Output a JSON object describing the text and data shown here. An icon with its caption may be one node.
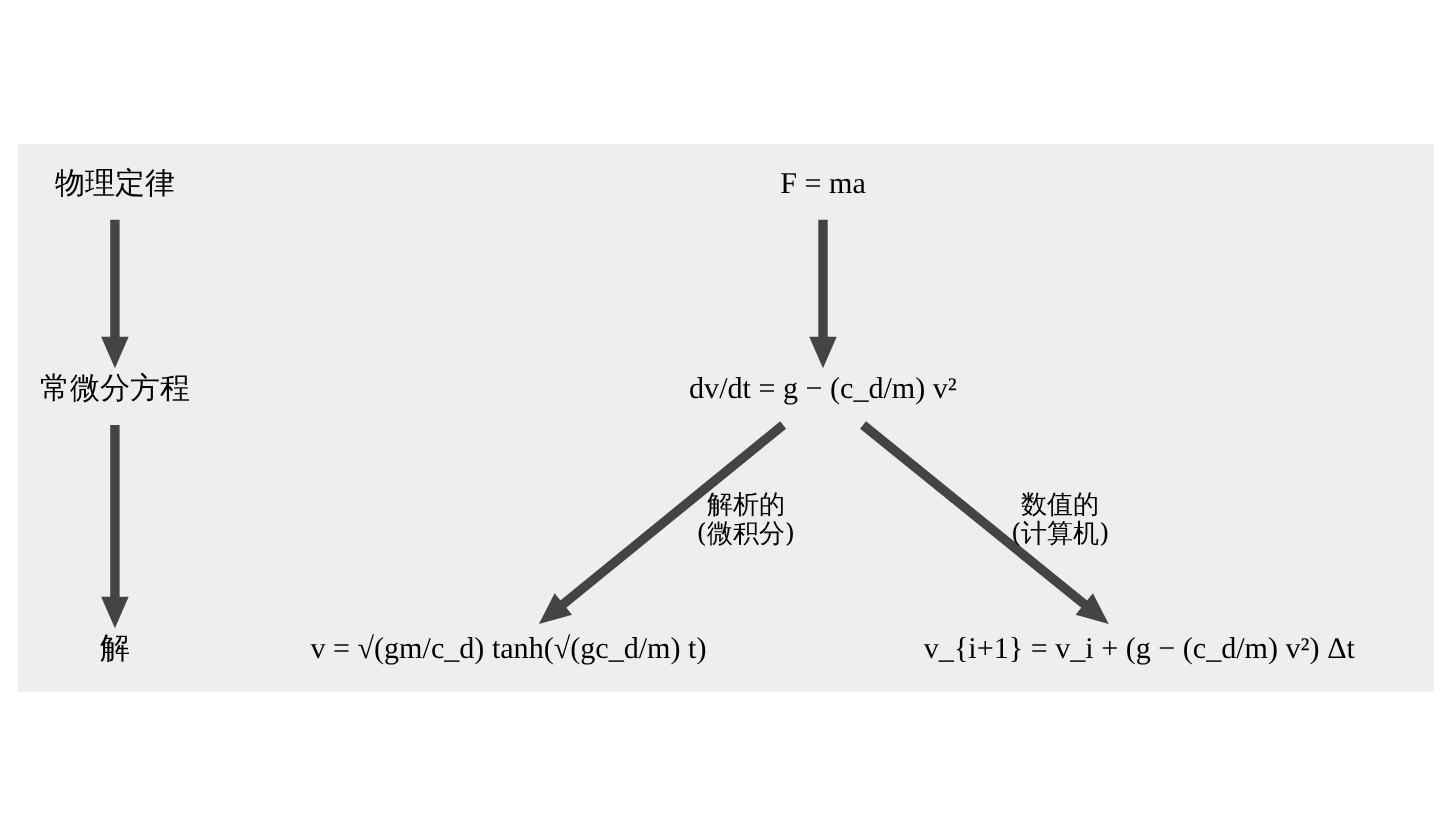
{
  "diagram": {
    "nodes": [
      {
        "text": [
          "物理定律"
        ]
      },
      {
        "text": [
          "常微分方程"
        ]
      },
      {
        "text": [
          "解"
        ]
      },
      {
        "text": [
          "F = ma"
        ]
      },
      {
        "text": [
          "dv/dt = g − (c_d/m) v²"
        ]
      },
      {
        "text": [
          "v = √(gm/c_d) tanh(√(gc_d/m) t)"
        ]
      },
      {
        "text": [
          "v_{i+1} = v_i + (g − (c_d/m) v²) Δt"
        ]
      }
    ],
    "edges": [
      {
        "from": 0,
        "to": 1,
        "arrow": "to"
      },
      {
        "from": 1,
        "to": 2,
        "arrow": "to"
      },
      {
        "from": 3,
        "to": 4,
        "arrow": "to"
      },
      {
        "from": 4,
        "to": 5,
        "arrow": "to",
        "label": "解析的 (微积分)"
      },
      {
        "from": 4,
        "to": 6,
        "arrow": "to",
        "label": "数值的 (计算机)"
      }
    ]
  }
}
